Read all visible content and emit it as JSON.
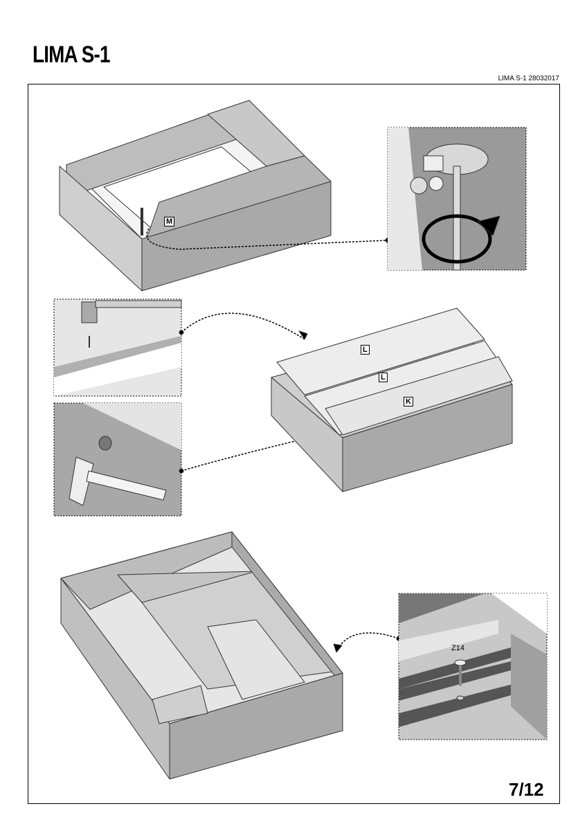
{
  "header": {
    "title": "LIMA S-1",
    "doc_ref": "LIMA  S-1 28032017"
  },
  "labels": {
    "panel_m": "M",
    "board_l1": "L",
    "board_l2": "L",
    "board_k": "K",
    "screw": "Z14"
  },
  "footer": {
    "page": "7/12"
  }
}
